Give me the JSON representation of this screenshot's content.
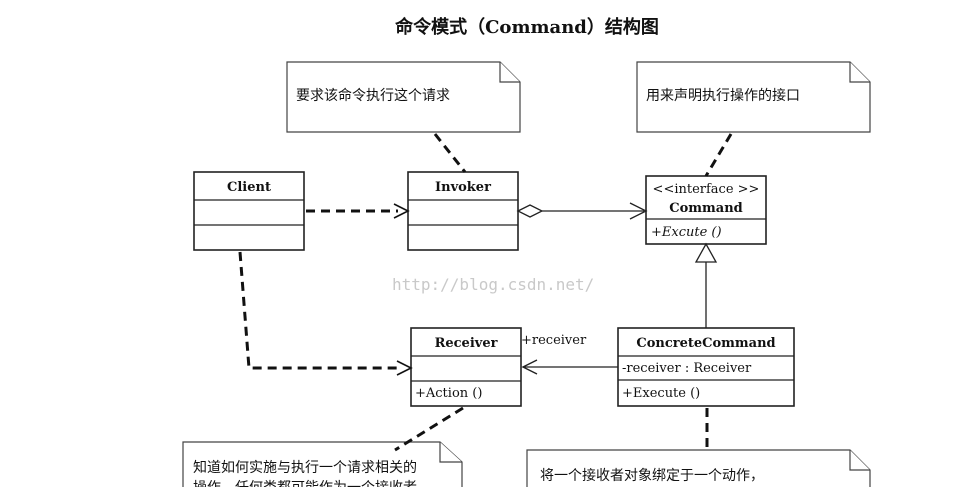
{
  "title": "命令模式（Command）结构图",
  "watermark": "http://blog.csdn.net/",
  "classes": {
    "client": {
      "name": "Client"
    },
    "invoker": {
      "name": "Invoker"
    },
    "command": {
      "stereotype": "<<interface >>",
      "name": "Command",
      "operation": "+Excute ()"
    },
    "receiver": {
      "name": "Receiver",
      "operation": "+Action ()"
    },
    "concrete_command": {
      "name": "ConcreteCommand",
      "attribute": "-receiver  : Receiver",
      "operation": "+Execute ()"
    }
  },
  "association": {
    "role": "+receiver"
  },
  "notes": {
    "invoker_note": "要求该命令执行这个请求",
    "command_note": "用来声明执行操作的接口",
    "receiver_note": [
      "知道如何实施与执行一个请求相关的",
      "操作，任何类都可能作为一个接收者"
    ],
    "concrete_note": "将一个接收者对象绑定于一个动作，"
  },
  "colors": {
    "line": "#222222",
    "watermark": "#c9c9c9"
  }
}
